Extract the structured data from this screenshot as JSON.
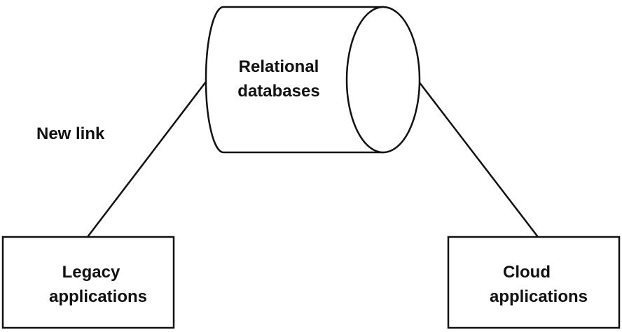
{
  "diagram": {
    "database": {
      "line1": "Relational",
      "line2": "databases"
    },
    "link_label": "New link",
    "legacy_box": {
      "line1": "Legacy",
      "line2": "applications"
    },
    "cloud_box": {
      "line1": "Cloud",
      "line2": "applications"
    },
    "stroke_color": "#111111",
    "background_color": "#ffffff"
  }
}
